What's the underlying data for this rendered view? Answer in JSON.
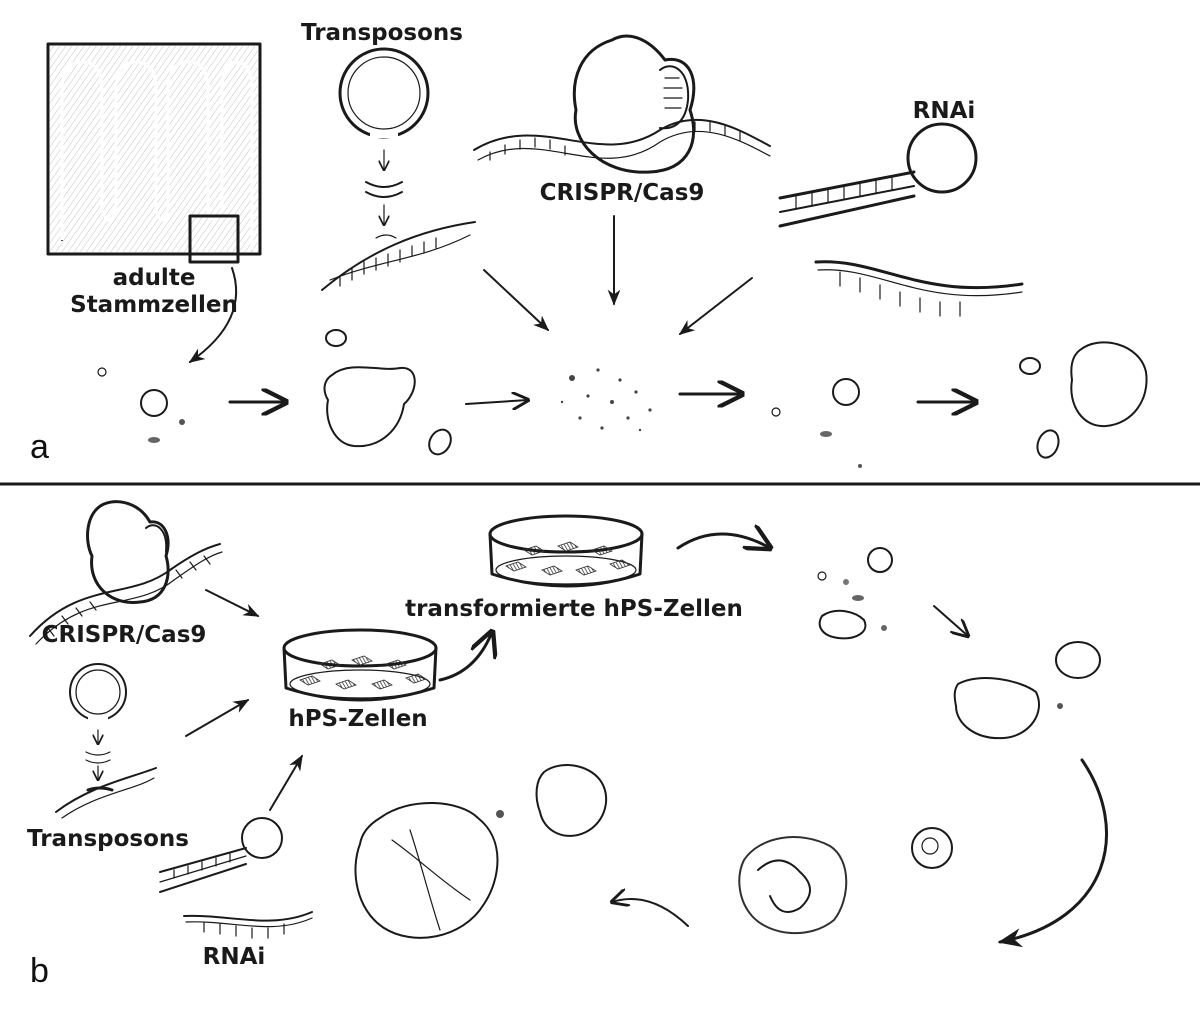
{
  "panel_a": {
    "letter": "a",
    "label_adult_stem_cells_line1": "adulte",
    "label_adult_stem_cells_line2": "Stammzellen",
    "label_transposons": "Transposons",
    "label_crispr": "CRISPR/Cas9",
    "label_rnai": "RNAi"
  },
  "panel_b": {
    "letter": "b",
    "label_crispr": "CRISPR/Cas9",
    "label_transposons": "Transposons",
    "label_rnai": "RNAi",
    "label_hps_cells": "hPS-Zellen",
    "label_transformed_hps": "transformierte hPS-Zellen"
  },
  "colors": {
    "ink": "#1a1a1a",
    "shade": "#6a6a6a",
    "dark": "#2b2b2b",
    "background": "#ffffff"
  }
}
